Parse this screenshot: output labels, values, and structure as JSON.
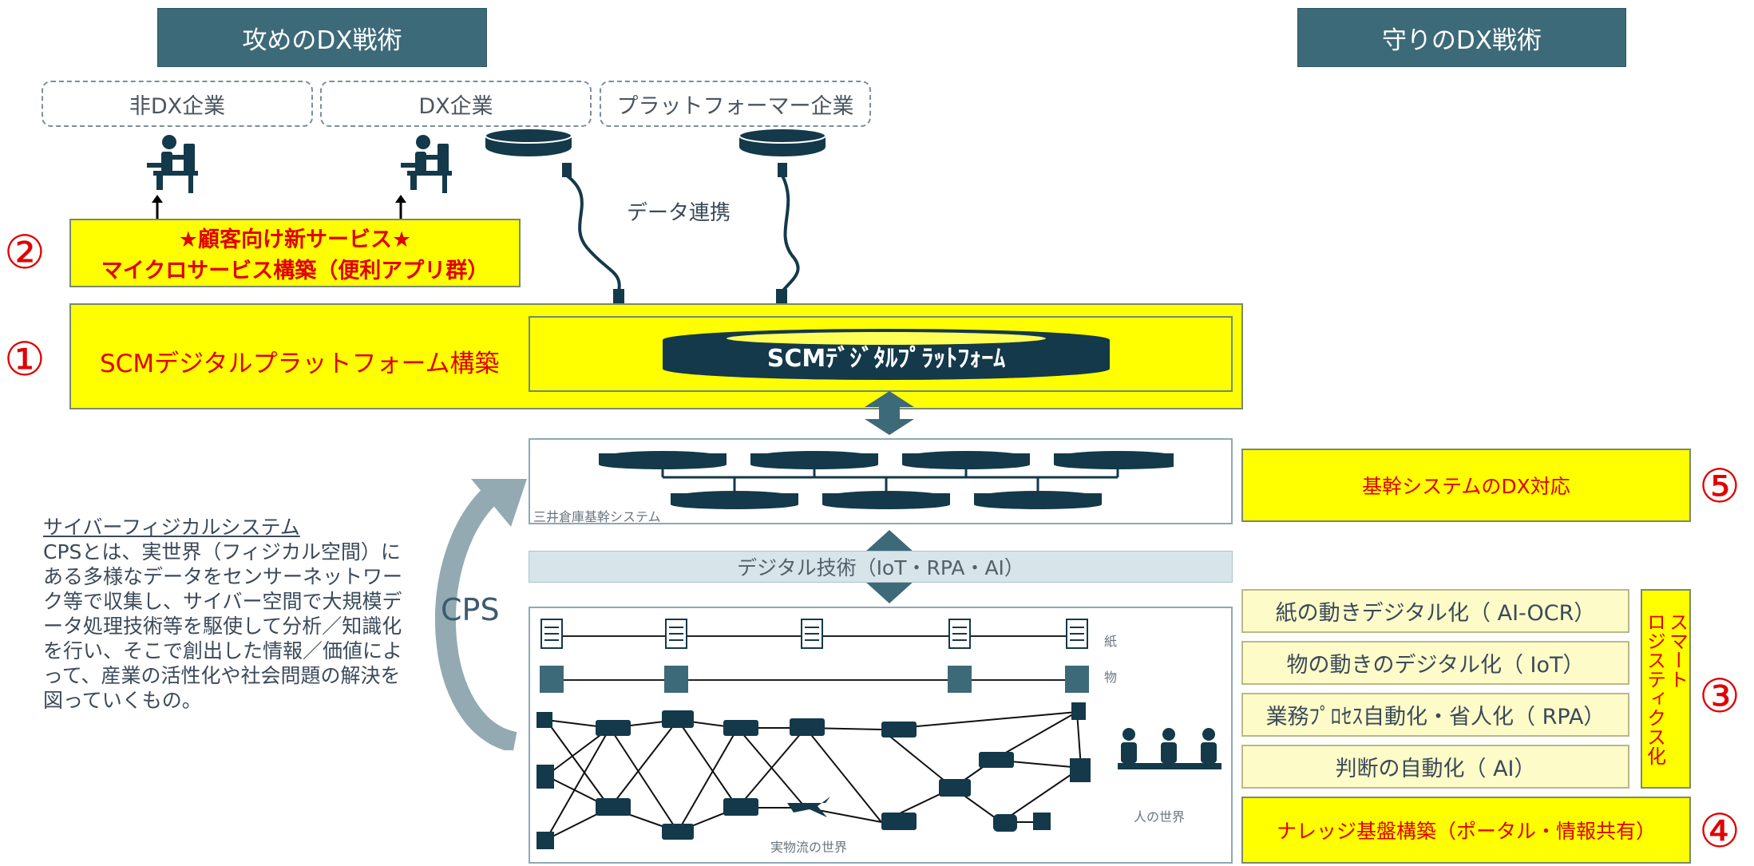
{
  "headers": {
    "offense": "攻めのDX戦術",
    "defense": "守りのDX戦術"
  },
  "categories": {
    "non_dx": "非DX企業",
    "dx": "DX企業",
    "platformer": "プラットフォーマー企業"
  },
  "data_link": "データ連携",
  "item2": {
    "marker": "②",
    "line1": "★顧客向け新サービス★",
    "line2": "マイクロサービス構築（便利アプリ群）"
  },
  "item1": {
    "marker": "①",
    "title": "SCMデジタルプラットフォーム構築",
    "platform_label": "SCMﾃﾞｼﾞﾀﾙﾌﾟﾗｯﾄﾌｫｰﾑ"
  },
  "core_system_label": "三井倉庫基幹システム",
  "digital_tech": "デジタル技術（IoT・RPA・AI）",
  "cps": {
    "heading": "サイバーフィジカルシステム",
    "body": "CPSとは、実世界（フィジカル空間）にある多様なデータをセンサーネットワーク等で収集し、サイバー空間で大規模データ処理技術等を駆使して分析／知識化を行い、そこで創出した情報／価値によって、産業の活性化や社会問題の解決を図っていくもの。",
    "label": "CPS"
  },
  "physical_world": {
    "paper": "紙",
    "goods": "物",
    "human_world": "人の世界",
    "logistics_world": "実物流の世界"
  },
  "item5": {
    "marker": "⑤",
    "label": "基幹システムのDX対応"
  },
  "item3": {
    "marker": "③",
    "vertical_label": "スマート\nロジスティクス化",
    "items": [
      "紙の動きデジタル化（ AI-OCR）",
      "物の動きのデジタル化（ IoT）",
      "業務ﾌﾟﾛｾｽ自動化・省人化（ RPA）",
      "判断の自動化（ AI）"
    ]
  },
  "item4": {
    "marker": "④",
    "label": "ナレッジ基盤構築（ポータル・情報共有）"
  },
  "colors": {
    "header_bg": "#3d6a78",
    "highlight_yellow": "#ffff00",
    "light_yellow": "#fdfbc8",
    "accent_red": "#e00000",
    "dark_navy": "#13394a"
  }
}
